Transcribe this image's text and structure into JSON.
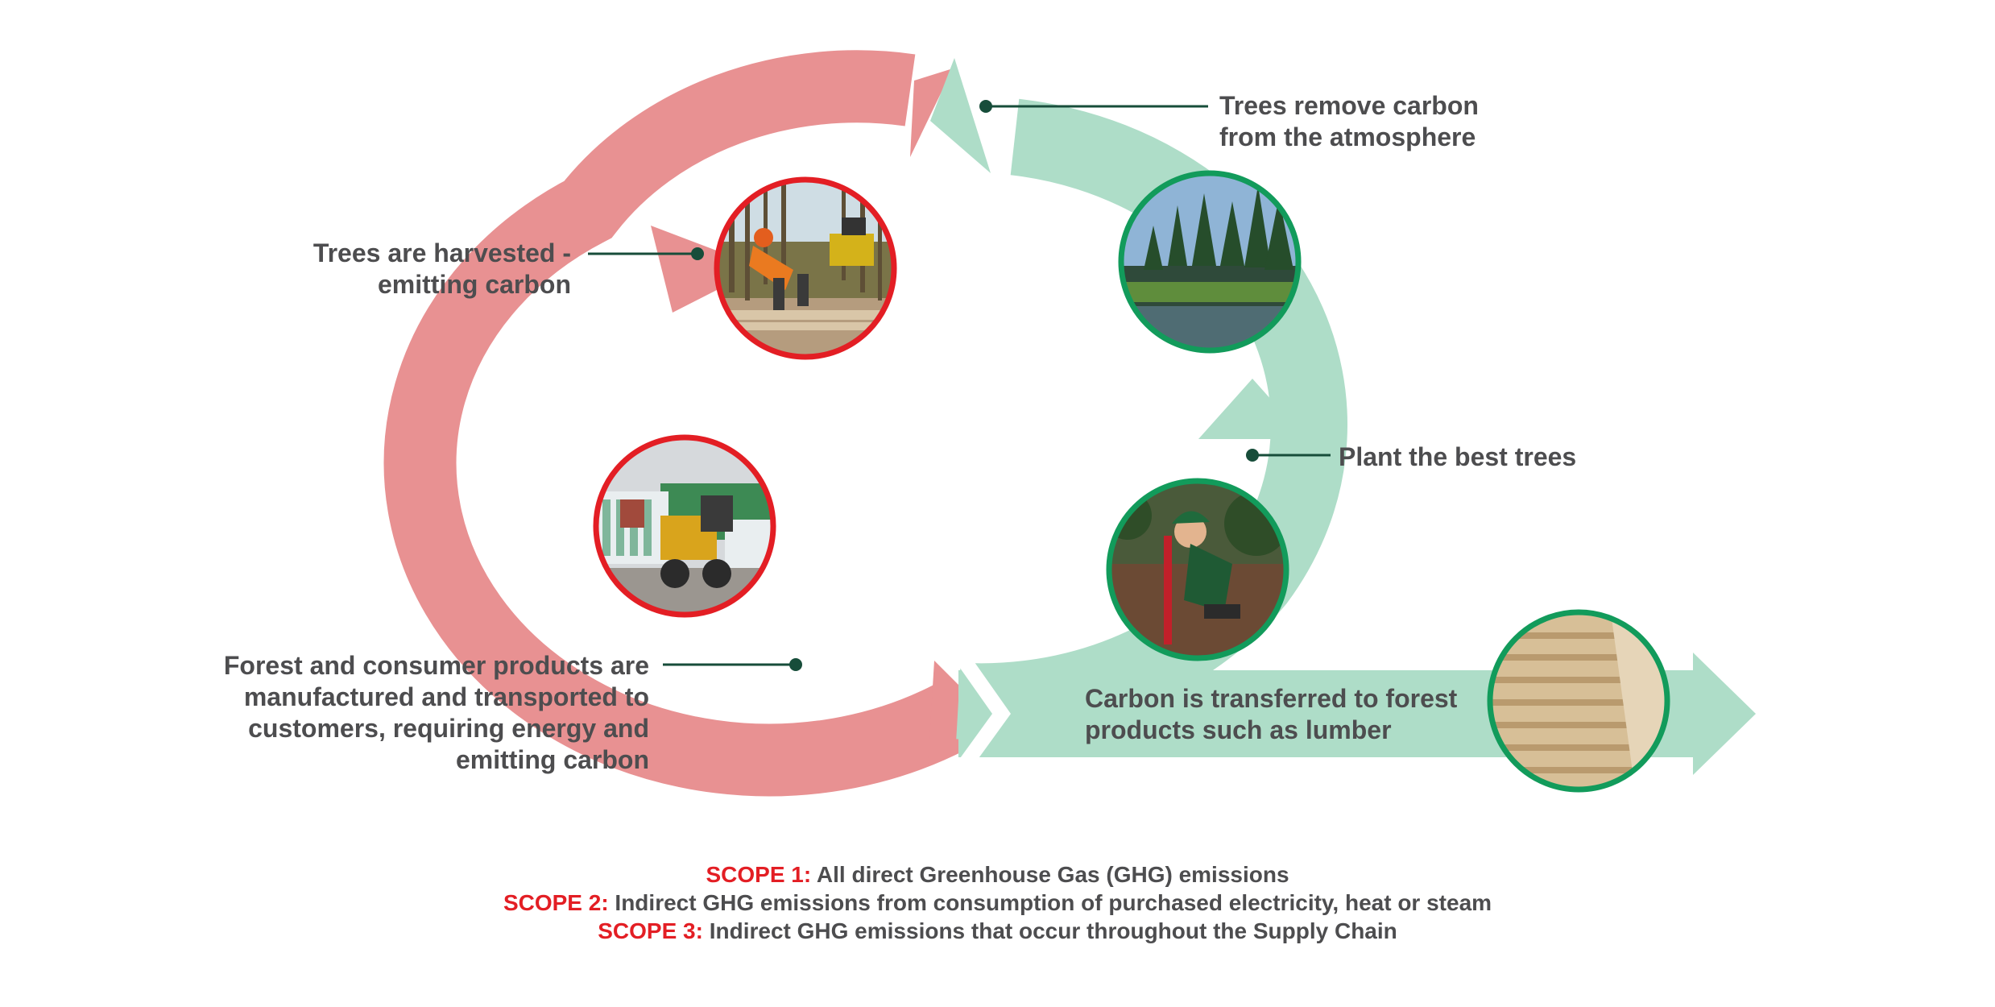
{
  "colors": {
    "emission_arrow": "#e89192",
    "removal_arrow": "#aeddc8",
    "emission_ring": "#e31e24",
    "removal_ring": "#129b5b",
    "pointer": "#174d3a",
    "text": "#4d4d4f",
    "scope_tag": "#e31e24"
  },
  "stages": [
    {
      "lines": [
        "Trees remove carbon",
        "from the atmosphere"
      ],
      "photo": "forest-river-photo"
    },
    {
      "lines": [
        "Plant the best trees"
      ],
      "photo": "tree-planter-photo"
    },
    {
      "lines": [
        "Carbon is transferred to forest",
        "products such as lumber"
      ],
      "photo": "lumber-stack-photo"
    },
    {
      "lines": [
        "Forest and consumer products are",
        "manufactured and transported to",
        "customers, requiring energy and",
        "emitting carbon"
      ],
      "photo": "mill-loader-photo"
    },
    {
      "lines": [
        "Trees are harvested -",
        "emitting carbon"
      ],
      "photo": "harvest-worker-photo"
    }
  ],
  "scopes": [
    {
      "tag": "SCOPE 1:",
      "text": "All direct Greenhouse Gas (GHG) emissions"
    },
    {
      "tag": "SCOPE 2:",
      "text": "Indirect GHG emissions from consumption of purchased electricity, heat or steam"
    },
    {
      "tag": "SCOPE 3:",
      "text": "Indirect GHG emissions that occur throughout the Supply Chain"
    }
  ]
}
